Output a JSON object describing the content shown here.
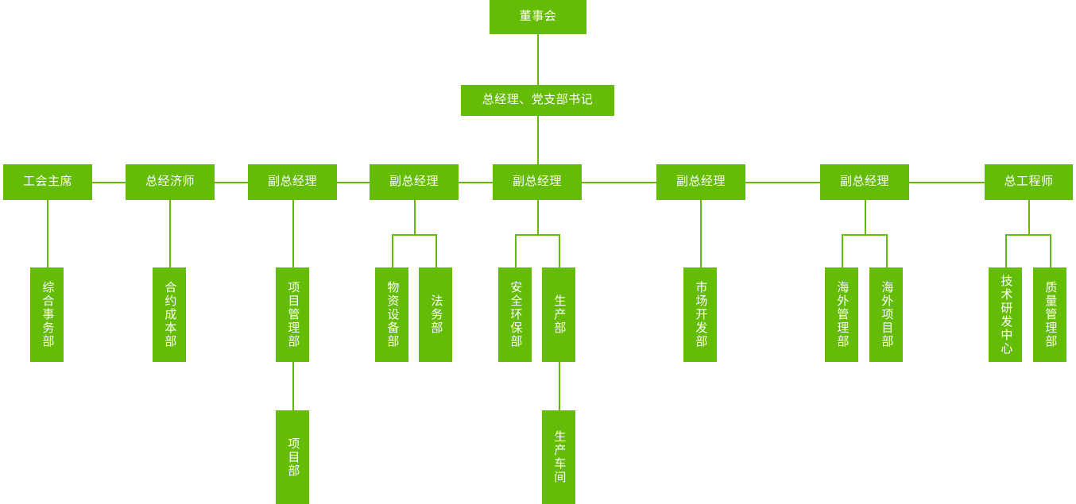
{
  "diagram": {
    "type": "org-chart",
    "orientation": "top-down",
    "accent_color": "#64bc07",
    "text_color": "#ffffff",
    "background_color": "#ffffff",
    "levels": 5
  },
  "nodes": {
    "board": {
      "label": "董事会",
      "level": 1
    },
    "gm": {
      "label": "总经理、党支部书记",
      "level": 2
    },
    "exec": [
      {
        "id": "union_chair",
        "label": "工会主席"
      },
      {
        "id": "chief_economist",
        "label": "总经济师"
      },
      {
        "id": "deputy_gm_1",
        "label": "副总经理"
      },
      {
        "id": "deputy_gm_2",
        "label": "副总经理"
      },
      {
        "id": "deputy_gm_3",
        "label": "副总经理"
      },
      {
        "id": "deputy_gm_4",
        "label": "副总经理"
      },
      {
        "id": "deputy_gm_5",
        "label": "副总经理"
      },
      {
        "id": "chief_engineer",
        "label": "总工程师"
      }
    ],
    "departments": [
      {
        "id": "dept_general_affairs",
        "label": "综合事务部",
        "parent": "union_chair"
      },
      {
        "id": "dept_contract_cost",
        "label": "合约成本部",
        "parent": "chief_economist"
      },
      {
        "id": "dept_project_management",
        "label": "项目管理部",
        "parent": "deputy_gm_1"
      },
      {
        "id": "dept_materials_equipment",
        "label": "物资设备部",
        "parent": "deputy_gm_2"
      },
      {
        "id": "dept_legal",
        "label": "法务部",
        "parent": "deputy_gm_2"
      },
      {
        "id": "dept_safety_environment",
        "label": "安全环保部",
        "parent": "deputy_gm_3"
      },
      {
        "id": "dept_production",
        "label": "生产部",
        "parent": "deputy_gm_3"
      },
      {
        "id": "dept_market_development",
        "label": "市场开发部",
        "parent": "deputy_gm_4"
      },
      {
        "id": "dept_overseas_management",
        "label": "海外管理部",
        "parent": "deputy_gm_5"
      },
      {
        "id": "dept_overseas_project",
        "label": "海外项目部",
        "parent": "deputy_gm_5"
      },
      {
        "id": "dept_tech_rd_center",
        "label": "技术研发中心",
        "parent": "chief_engineer"
      },
      {
        "id": "dept_quality_management",
        "label": "质量管理部",
        "parent": "chief_engineer"
      }
    ],
    "subunits": [
      {
        "id": "unit_project_dept",
        "label": "项目部",
        "parent": "dept_project_management"
      },
      {
        "id": "unit_production_workshop",
        "label": "生产车间",
        "parent": "dept_production"
      }
    ]
  }
}
